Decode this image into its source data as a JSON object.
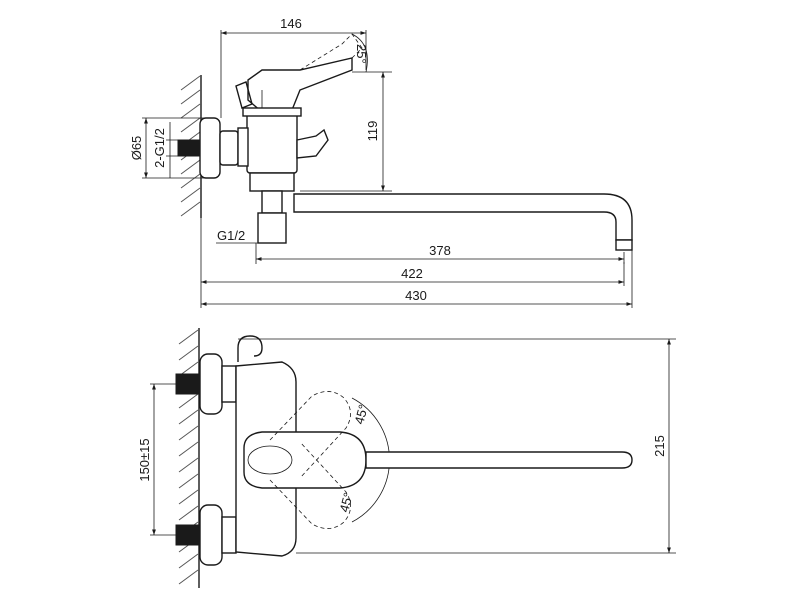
{
  "side_view": {
    "dim_width_top": "146",
    "dim_angle_top": "25°",
    "dim_height": "119",
    "dim_diameter": "Ø65",
    "dim_connection": "2-G1/2",
    "dim_outlet_thread": "G1/2",
    "dim_spout_reach": "378",
    "dim_length_422": "422",
    "dim_length_430": "430"
  },
  "top_view": {
    "dim_angle_upper": "45°",
    "dim_angle_lower": "45°",
    "dim_spacing": "150±15",
    "dim_depth": "215"
  }
}
